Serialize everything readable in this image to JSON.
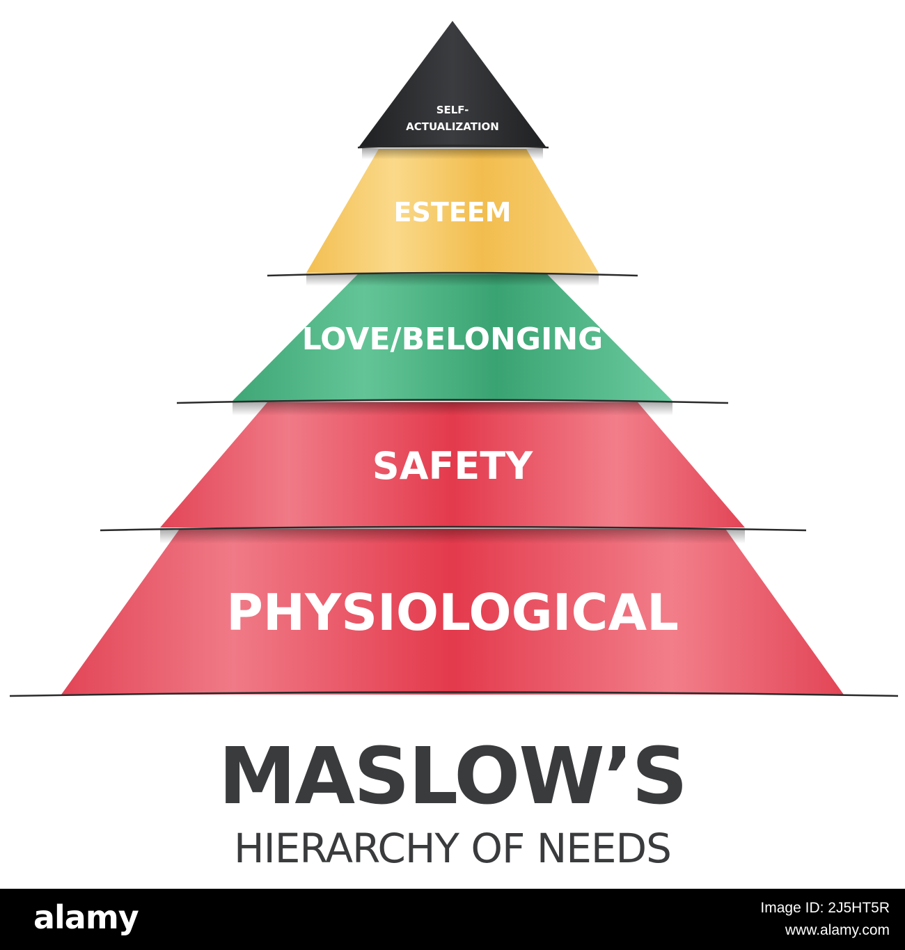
{
  "diagram": {
    "levels": [
      {
        "id": "self-actualization",
        "label_lines": [
          "SELF-",
          "ACTUALIZATION"
        ],
        "color": "#2e2f31"
      },
      {
        "id": "esteem",
        "label_lines": [
          "ESTEEM"
        ],
        "color": "#f5c863"
      },
      {
        "id": "love-belonging",
        "label_lines": [
          "LOVE/BELONGING"
        ],
        "color": "#4cb384"
      },
      {
        "id": "safety",
        "label_lines": [
          "SAFETY"
        ],
        "color": "#e8505f"
      },
      {
        "id": "physiological",
        "label_lines": [
          "PHYSIOLOGICAL"
        ],
        "color": "#e8505f"
      }
    ]
  },
  "title": {
    "main": "MASLOW’S",
    "sub": "HIERARCHY OF NEEDS"
  },
  "footer": {
    "brand": "alamy",
    "image_id_text": "Image ID: 2J5HT5R",
    "site": "www.alamy.com"
  }
}
